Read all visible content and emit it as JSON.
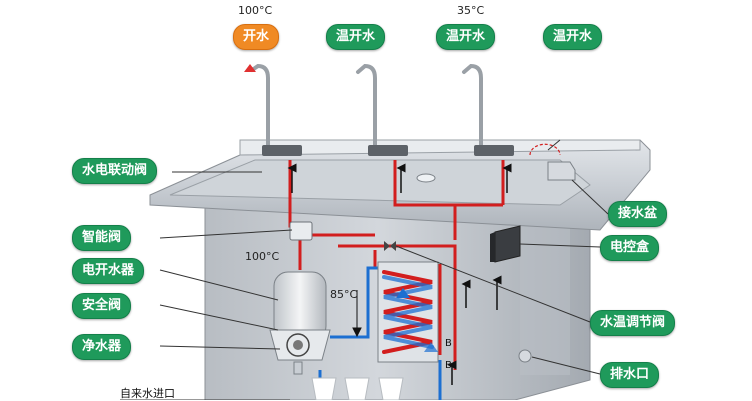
{
  "top": {
    "temp_hot": "100°C",
    "temp_warm": "35°C",
    "taps": [
      "开水",
      "温开水",
      "温开水",
      "温开水"
    ]
  },
  "left_labels": [
    "水电联动阀",
    "智能阀",
    "电开水器",
    "安全阀",
    "净水器"
  ],
  "right_labels": [
    "接水盆",
    "电控盒",
    "水温调节阀",
    "排水口"
  ],
  "inner": {
    "temp_100": "100°C",
    "temp_85": "85°C",
    "inlet": "自来水进口",
    "valve_b1": "B",
    "valve_b2": "B"
  },
  "colors": {
    "hot_pipe": "#d21e1e",
    "cold_pipe": "#1c6fd1",
    "label_green": "#1f9a5b",
    "label_orange": "#f08a24"
  }
}
